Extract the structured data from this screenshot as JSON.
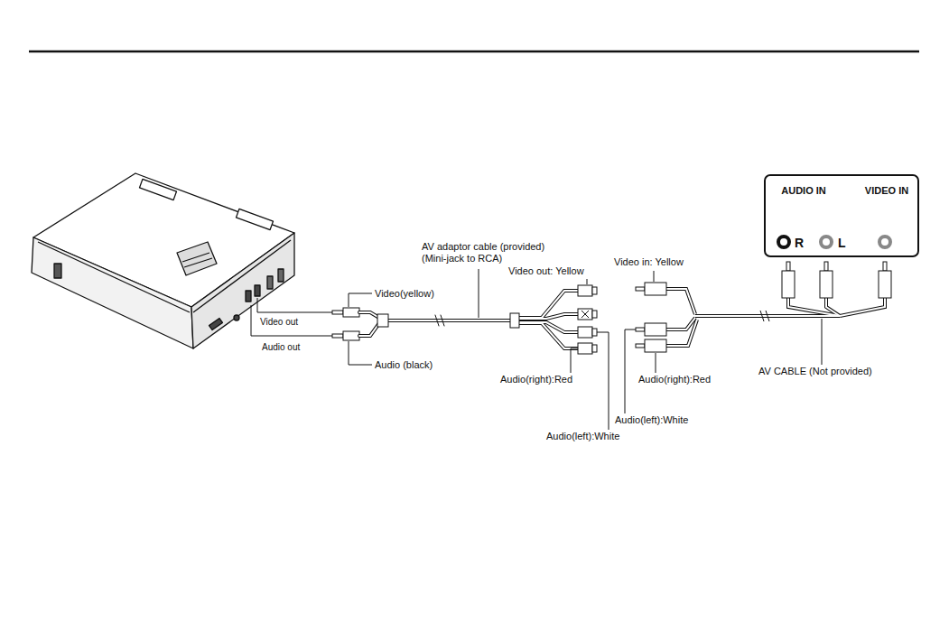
{
  "diagram": {
    "nodes": [
      {
        "text": [
          "AUDIO IN",
          "VIDEO IN",
          "R",
          "L"
        ]
      }
    ],
    "labels": [
      "AV adaptor cable (provided)",
      "(Mini-jack to RCA)",
      "Video out: Yellow",
      "Video in: Yellow",
      "Video(yellow)",
      "Video out",
      "Audio out",
      "Audio (black)",
      "Audio(right):Red",
      "Audio(right):Red",
      "Audio(left):White",
      "Audio(left):White",
      "AV CABLE (Not provided)"
    ]
  }
}
